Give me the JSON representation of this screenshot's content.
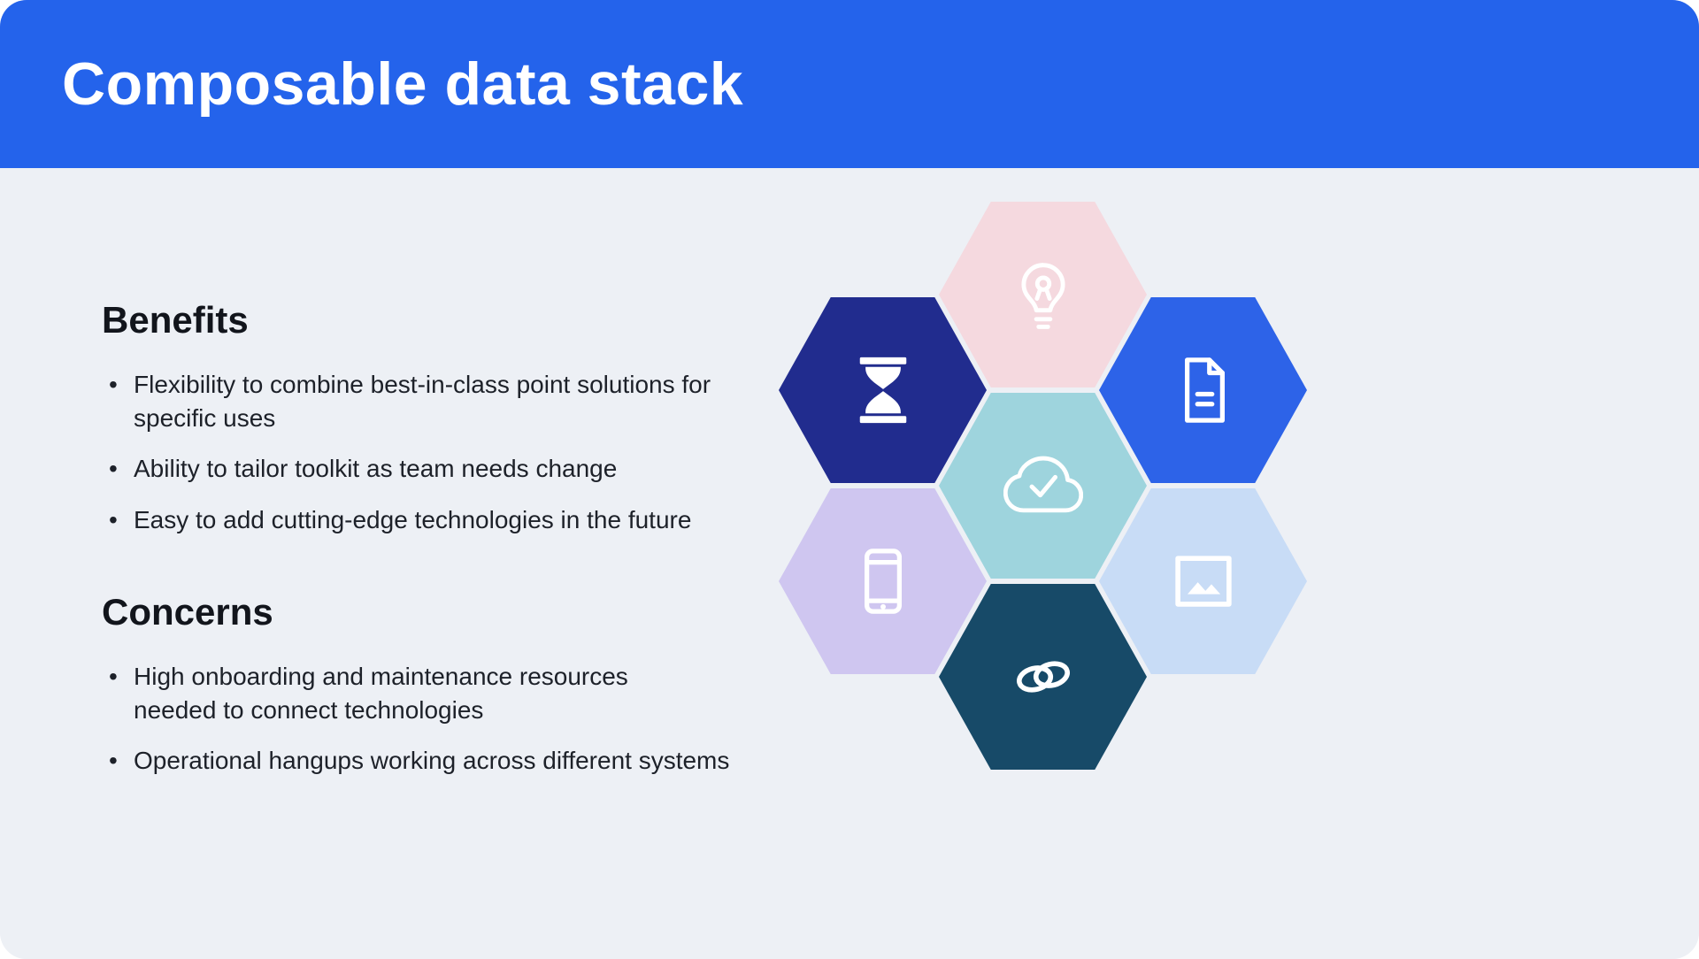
{
  "colors": {
    "header_bg": "#2463eb",
    "body_bg": "#edf0f5",
    "page_bg": "#ffffff",
    "heading_text": "#12151c",
    "body_text": "#1d2129",
    "icon_color": "#ffffff"
  },
  "header": {
    "title": "Composable data stack"
  },
  "sections": [
    {
      "title": "Benefits",
      "bullets": [
        "Flexibility to combine best-in-class point solutions for specific uses",
        "Ability to tailor toolkit as team needs change",
        "Easy to add cutting-edge technologies in the future"
      ]
    },
    {
      "title": "Concerns",
      "bullets": [
        "High onboarding and maintenance resources needed to connect technologies",
        "Operational hangups working across different systems"
      ]
    }
  ],
  "hexagons": [
    {
      "label": "idea",
      "icon": "lightbulb-icon",
      "color": "#f5d9df",
      "position": "top"
    },
    {
      "label": "time",
      "icon": "hourglass-icon",
      "color": "#212c8e",
      "position": "top-left"
    },
    {
      "label": "document",
      "icon": "document-icon",
      "color": "#2d63e8",
      "position": "top-right"
    },
    {
      "label": "cloud-approval",
      "icon": "cloud-check-icon",
      "color": "#9ed4dd",
      "position": "center"
    },
    {
      "label": "mobile",
      "icon": "smartphone-icon",
      "color": "#cfc6f0",
      "position": "bottom-left"
    },
    {
      "label": "image",
      "icon": "image-icon",
      "color": "#c8dcf6",
      "position": "bottom-right"
    },
    {
      "label": "link",
      "icon": "chain-link-icon",
      "color": "#174a68",
      "position": "bottom"
    }
  ]
}
